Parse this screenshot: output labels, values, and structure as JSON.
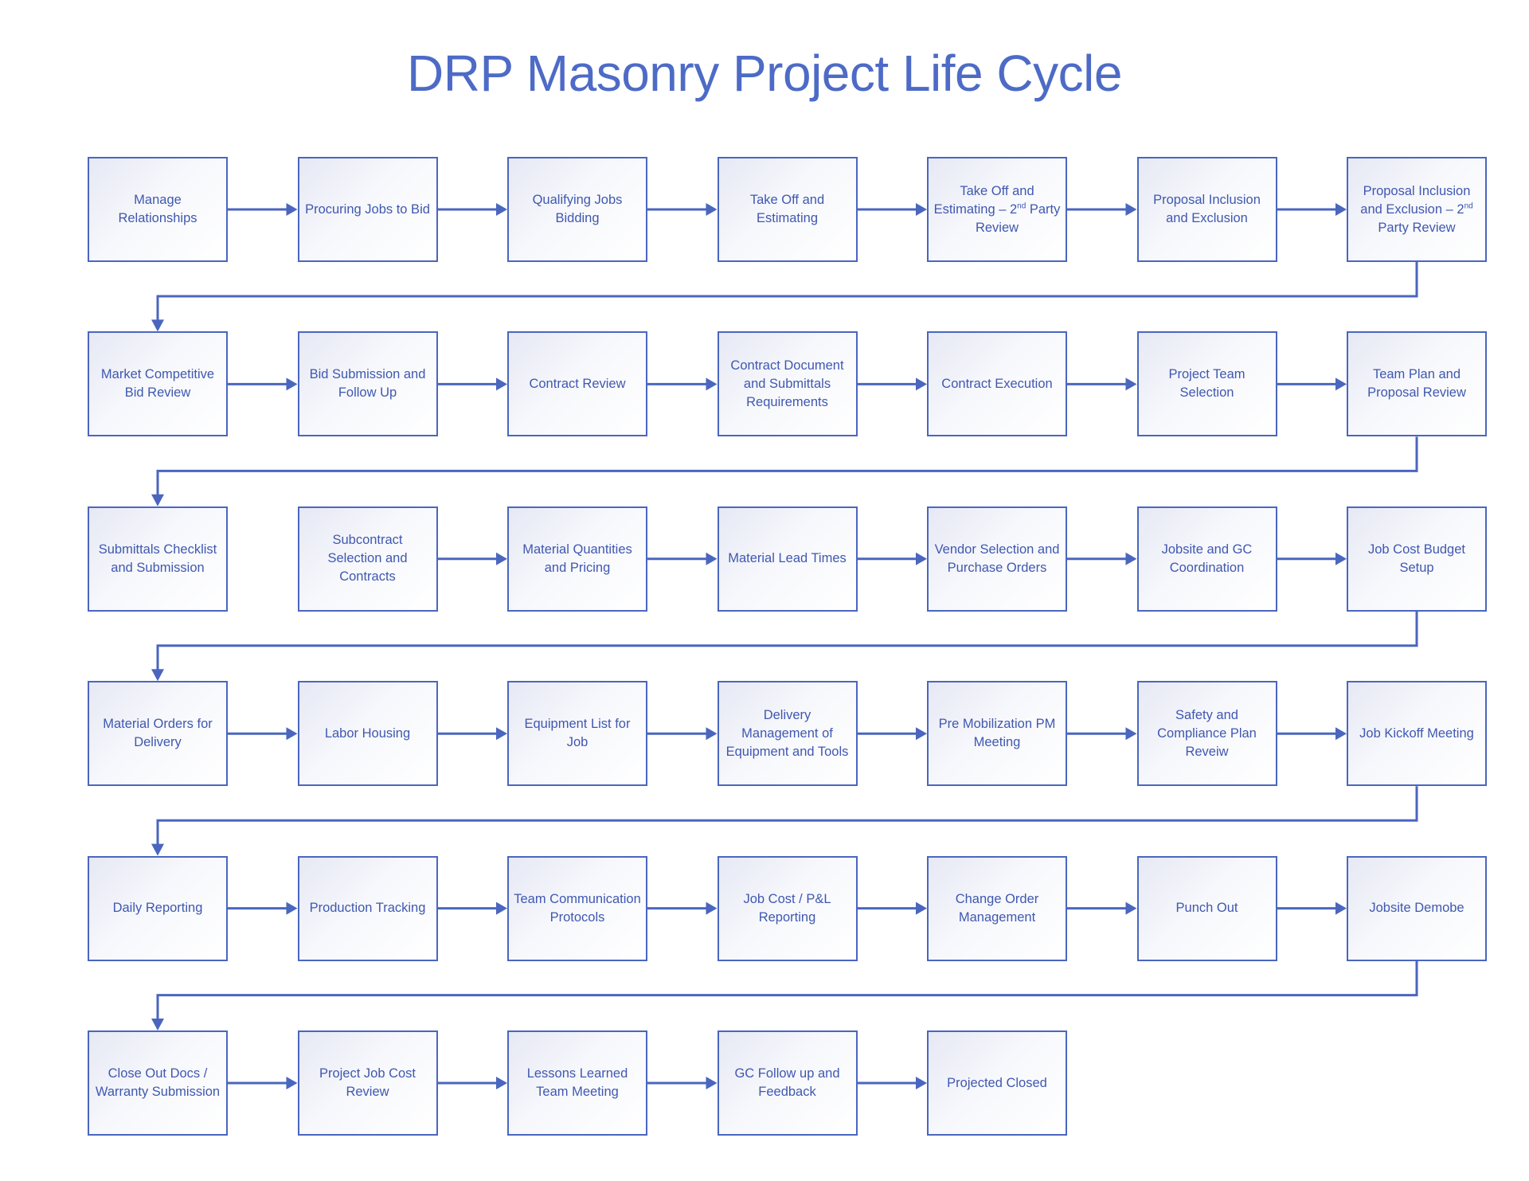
{
  "title": "DRP Masonry Project Life Cycle",
  "colors": {
    "accent": "#4a66bf",
    "text": "#3f58b0",
    "title": "#4d6bc6"
  },
  "steps_per_row": 7,
  "steps": [
    {
      "text": "Manage Relationships"
    },
    {
      "text": "Procuring Jobs to Bid"
    },
    {
      "text": "Qualifying Jobs Bidding"
    },
    {
      "text": "Take Off and Estimating"
    },
    {
      "text": "Take Off and Estimating – 2",
      "sup": "nd",
      "post": " Party Review"
    },
    {
      "text": "Proposal Inclusion and Exclusion"
    },
    {
      "text": "Proposal Inclusion and Exclusion – 2",
      "sup": "nd",
      "post": " Party Review"
    },
    {
      "text": "Market Competitive Bid Review"
    },
    {
      "text": "Bid Submission and Follow Up"
    },
    {
      "text": "Contract Review"
    },
    {
      "text": "Contract Document and Submittals Requirements"
    },
    {
      "text": "Contract Execution"
    },
    {
      "text": "Project Team Selection"
    },
    {
      "text": "Team Plan and Proposal Review"
    },
    {
      "text": "Submittals Checklist and Submission"
    },
    {
      "text": "Subcontract Selection and Contracts"
    },
    {
      "text": "Material Quantities and Pricing"
    },
    {
      "text": "Material Lead Times"
    },
    {
      "text": "Vendor Selection and Purchase Orders"
    },
    {
      "text": "Jobsite and GC Coordination"
    },
    {
      "text": "Job Cost Budget Setup"
    },
    {
      "text": "Material Orders for Delivery"
    },
    {
      "text": "Labor Housing"
    },
    {
      "text": "Equipment List for Job"
    },
    {
      "text": "Delivery Management of Equipment and Tools"
    },
    {
      "text": "Pre Mobilization PM Meeting"
    },
    {
      "text": "Safety and Compliance Plan Reveiw"
    },
    {
      "text": "Job Kickoff Meeting"
    },
    {
      "text": "Daily Reporting"
    },
    {
      "text": "Production Tracking"
    },
    {
      "text": "Team Communication Protocols"
    },
    {
      "text": "Job Cost / P&L Reporting"
    },
    {
      "text": "Change Order Management"
    },
    {
      "text": "Punch Out"
    },
    {
      "text": "Jobsite Demobe"
    },
    {
      "text": "Close Out Docs / Warranty Submission"
    },
    {
      "text": "Project Job Cost Review"
    },
    {
      "text": "Lessons Learned Team Meeting"
    },
    {
      "text": "GC Follow up and Feedback"
    },
    {
      "text": "Projected Closed"
    }
  ],
  "edges": [
    [
      0,
      1
    ],
    [
      1,
      2
    ],
    [
      2,
      3
    ],
    [
      3,
      4
    ],
    [
      4,
      5
    ],
    [
      5,
      6
    ],
    [
      6,
      7
    ],
    [
      7,
      8
    ],
    [
      8,
      9
    ],
    [
      9,
      10
    ],
    [
      10,
      11
    ],
    [
      11,
      12
    ],
    [
      12,
      13
    ],
    [
      13,
      14
    ],
    [
      15,
      16
    ],
    [
      16,
      17
    ],
    [
      17,
      18
    ],
    [
      18,
      19
    ],
    [
      19,
      20
    ],
    [
      20,
      21
    ],
    [
      21,
      22
    ],
    [
      22,
      23
    ],
    [
      23,
      24
    ],
    [
      24,
      25
    ],
    [
      25,
      26
    ],
    [
      26,
      27
    ],
    [
      27,
      28
    ],
    [
      28,
      29
    ],
    [
      29,
      30
    ],
    [
      30,
      31
    ],
    [
      31,
      32
    ],
    [
      32,
      33
    ],
    [
      33,
      34
    ],
    [
      34,
      35
    ],
    [
      35,
      36
    ],
    [
      36,
      37
    ],
    [
      37,
      38
    ],
    [
      38,
      39
    ]
  ]
}
